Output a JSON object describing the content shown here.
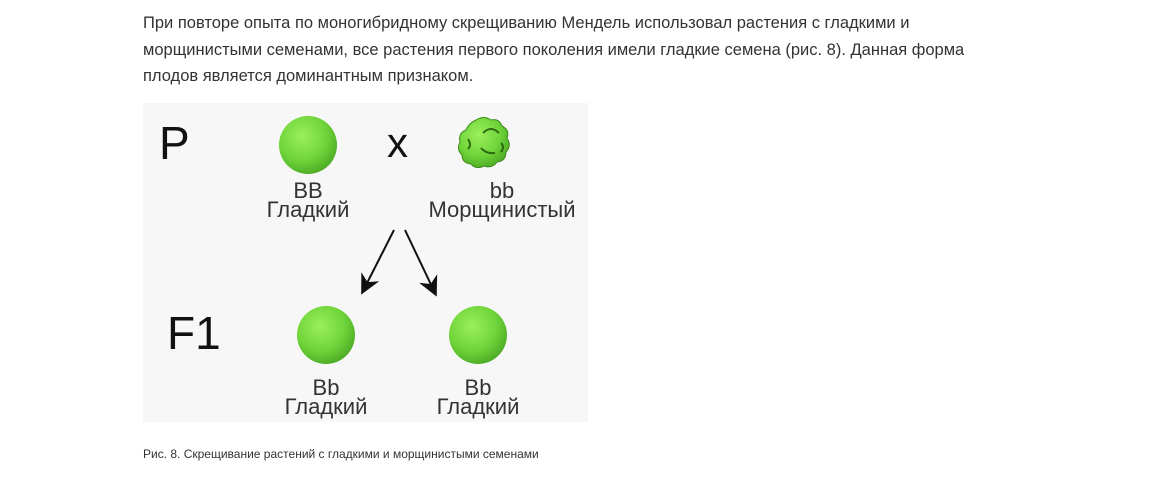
{
  "paragraph": "При повторе опыта по моногибридному скрещиванию Мендель использовал растения с гладкими и морщинистыми семенами, все растения первого поколения имели гладкие семена (рис. 8). Данная форма плодов является доминантным признаком.",
  "figure": {
    "p_label": "P",
    "cross_symbol": "x",
    "f1_label": "F1",
    "parent1": {
      "genotype": "BB",
      "phenotype": "Гладкий"
    },
    "parent2": {
      "genotype": "bb",
      "phenotype": "Морщинистый"
    },
    "child1": {
      "genotype": "Bb",
      "phenotype": "Гладкий"
    },
    "child2": {
      "genotype": "Bb",
      "phenotype": "Гладкий"
    },
    "seed_color": "#6fd43a"
  },
  "caption": "Рис. 8. Скрещивание растений с гладкими и морщинистыми семенами"
}
